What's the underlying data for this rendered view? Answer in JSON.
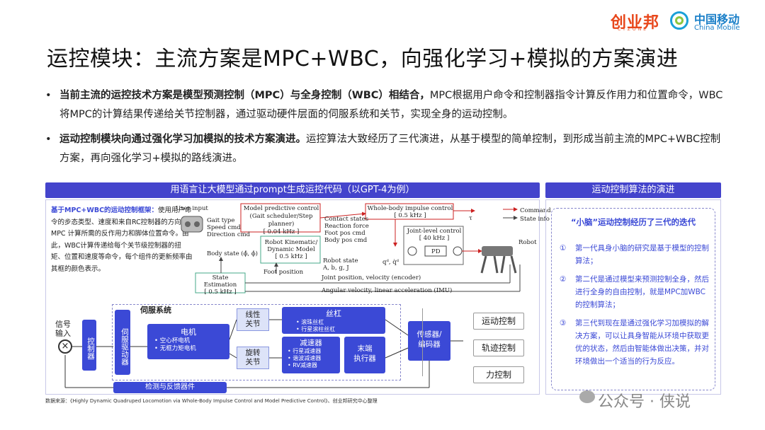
{
  "logos": {
    "cyz_main": "创业邦",
    "cyz_sub": "CYZONE",
    "cm_cn": "中国移动",
    "cm_en": "China Mobile"
  },
  "title": "运控模块：主流方案是MPC+WBC，向强化学习+模拟的方案演进",
  "bullets": [
    {
      "bold": "当前主流的运控技术方案是模型预测控制（MPC）与全身控制（WBC）相结合，",
      "text": "MPC根据用户命令和控制器指令计算反作用力和位置命令，WBC将MPC的计算结果传递给关节控制器，通过驱动硬件层面的伺服系统和关节，实现全身的运动控制。"
    },
    {
      "bold": "运动控制模块向通过强化学习加模拟的技术方案演进。",
      "text": "运控算法大致经历了三代演进，从基于模型的简单控制，到形成当前主流的MPC+WBC控制方案，再向强化学习+模拟的路线演进。"
    }
  ],
  "left_header": "用语言让大模型通过prompt生成运控代码（以GPT-4为例）",
  "right_header": "运动控制算法的演进",
  "framework": {
    "title": "基于MPC+WBC的运动控制框架：",
    "text": "使用用户命令的步态类型、速度和来自RC控制器的方向，MPC 计算所需的反作用力和脚体位置命令。由此，WBC计算传递给每个关节级控制器的扭矩、位置和速度等命令，每个组件的更新频率由其框的颜色表示。"
  },
  "diagram": {
    "user_input": "User input",
    "gait_type": "Gait type",
    "speed_cmd": "Speed cmd",
    "direction_cmd": "Direction cmd",
    "mpc": "Model predictive control",
    "mpc_sub": "(Gait scheduler/Step planner)",
    "mpc_rate": "[ 0.04 kHz ]",
    "contact_states": "Contact states",
    "reaction_force": "Reaction force",
    "foot_pos_cmd": "Foot pos cmd",
    "body_pos_cmd": "Body pos cmd",
    "wbc": "Whole-body impulse control",
    "wbc_rate": "[ 0.5 kHz ]",
    "tau": "τ",
    "command": "Command",
    "state_info": "State info",
    "robot_kin": "Robot Kinematic/",
    "dyn_model": "Dynamic Model",
    "dyn_rate": "[ 0.5 kHz ]",
    "body_state": "Body state (ϕ̂, ϕ̇)",
    "robot_state": "Robot state",
    "robot_state_vars": "A, b, g, J",
    "joint_ctrl": "Joint-level control",
    "joint_rate": "[ 40 kHz ]",
    "pd": "PD",
    "q_cmd": "qᵈ, q̇ᵈ",
    "robot": "Robot",
    "foot_position": "Foot position",
    "state_est": "State Estimation",
    "state_est_rate": "[ 0.5 kHz ]",
    "joint_pos": "Joint position, velocity (encoder)",
    "imu": "Angular velocity, linear acceleration (IMU)"
  },
  "servo": {
    "signal_input": "信号\n输入",
    "controller": "控制器",
    "servo_driver": "伺服驱动器",
    "servo_system": "伺服系统",
    "motor": "电机",
    "motor_items": [
      "空心杯电机",
      "无框力矩电机"
    ],
    "linear_joint": "线性\n关节",
    "rotary_joint": "旋转\n关节",
    "screw": "丝杠",
    "screw_items": [
      "滚珠丝杠",
      "行星滚柱丝杠"
    ],
    "reducer": "减速器",
    "reducer_items": [
      "行星减速器",
      "谐波减速器",
      "RV减速器"
    ],
    "end_effector": "末端\n执行器",
    "sensor": "传感器/\n编码器",
    "feedback": "检测与反馈器件",
    "outputs": [
      "运动控制",
      "轨迹控制",
      "力控制"
    ]
  },
  "evolution": {
    "heading": "“小脑”运动控制经历了三代的迭代",
    "items": [
      {
        "num": "①",
        "text": "第一代具身小脑的研究是基于模型的控制算法；"
      },
      {
        "num": "②",
        "text": "第二代是通过模型来预测控制全身，然后进行全身的自由控制，就是MPC加WBC的控制算法；"
      },
      {
        "num": "③",
        "text": "第三代到现在是通过强化学习加模拟的解决方案，可以让具身智能从环境中获取更优的状态，然后由智能体做出决策，并对环境做出一个适当的行为反应。"
      }
    ]
  },
  "footnote": "数据来源：《Highly Dynamic Quadruped Locomotion via Whole-Body Impulse Control and Model Predictive Control》、创业邦研究中心整理",
  "watermark": "公众号 · 侠说"
}
